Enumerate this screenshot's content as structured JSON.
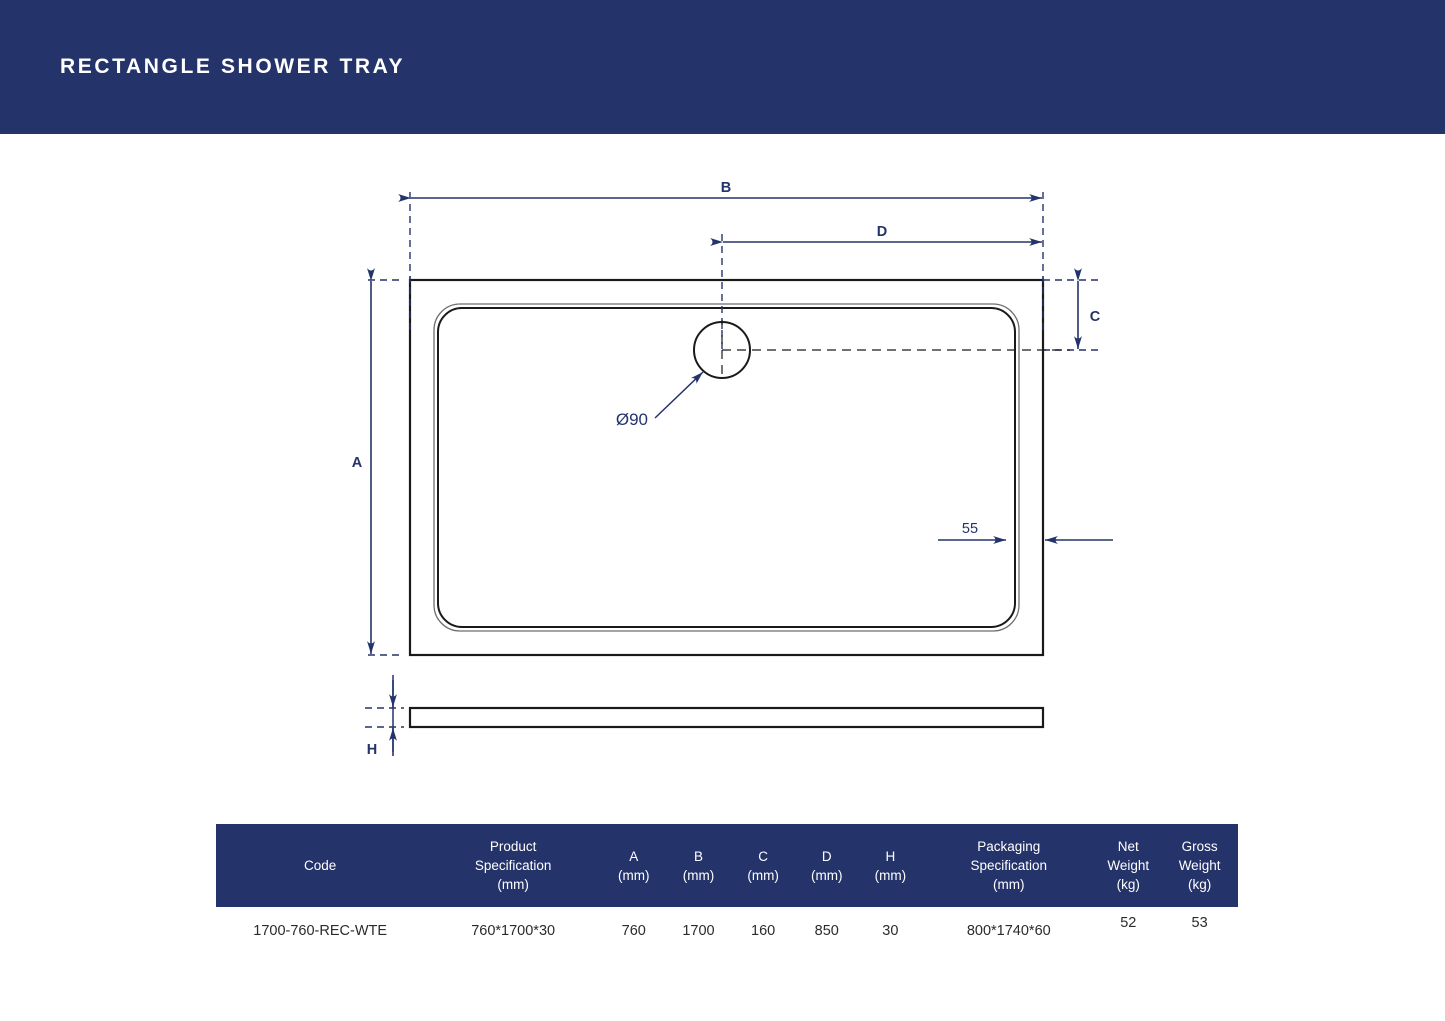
{
  "header": {
    "title": "RECTANGLE SHOWER TRAY",
    "bar_color": "#25336B"
  },
  "drawing": {
    "dim_b_label": "B",
    "dim_d_label": "D",
    "dim_a_label": "A",
    "dim_c_label": "C",
    "dim_h_label": "H",
    "drain_label": "Ø90",
    "rim_label": "55",
    "line_color": "#25336B",
    "outline_color": "#1a1a1a"
  },
  "table": {
    "headers": [
      {
        "lines": [
          "Code"
        ]
      },
      {
        "lines": [
          "Product",
          "Specification",
          "(mm)"
        ]
      },
      {
        "lines": [
          "A",
          "(mm)"
        ]
      },
      {
        "lines": [
          "B",
          "(mm)"
        ]
      },
      {
        "lines": [
          "C",
          "(mm)"
        ]
      },
      {
        "lines": [
          "D",
          "(mm)"
        ]
      },
      {
        "lines": [
          "H",
          "(mm)"
        ]
      },
      {
        "lines": [
          "Packaging",
          "Specification",
          "(mm)"
        ]
      },
      {
        "lines": [
          "Net",
          "Weight",
          "(kg)"
        ]
      },
      {
        "lines": [
          "Gross",
          "Weight",
          "(kg)"
        ]
      }
    ],
    "rows": [
      {
        "code": "1700-760-REC-WTE",
        "product_specification": "760*1700*30",
        "a": "760",
        "b": "1700",
        "c": "160",
        "d": "850",
        "h": "30",
        "packaging_specification": "800*1740*60",
        "net_weight": "52",
        "gross_weight": "53"
      }
    ]
  }
}
